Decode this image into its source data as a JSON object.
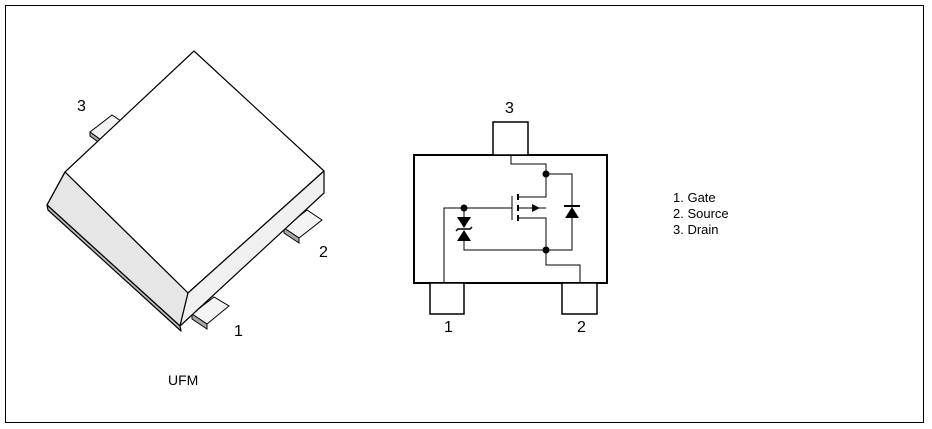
{
  "package": {
    "name": "UFM",
    "pin_labels": [
      "3",
      "2",
      "1"
    ]
  },
  "schematic": {
    "pin_top": "3",
    "pin_left": "1",
    "pin_right": "2"
  },
  "legend": [
    "1. Gate",
    "2. Source",
    "3. Drain"
  ]
}
